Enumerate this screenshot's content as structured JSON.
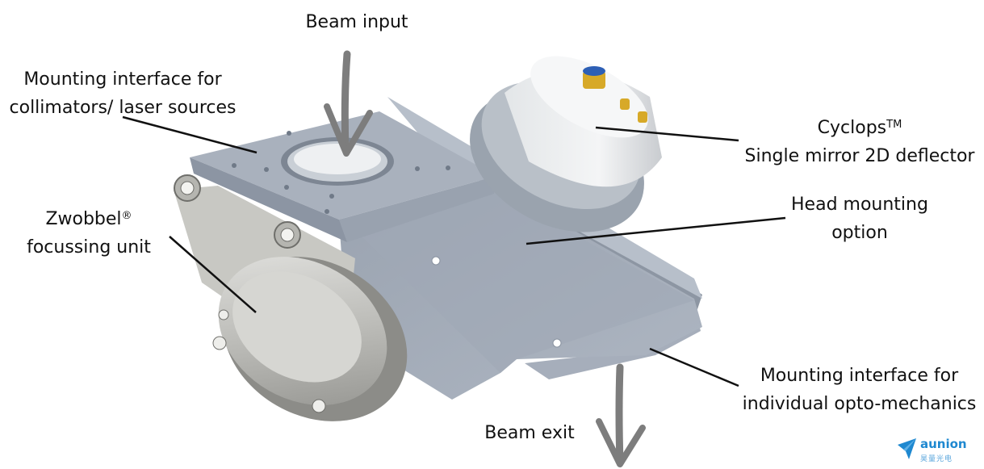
{
  "labels": {
    "beam_input": "Beam input",
    "mount_collimators_1": "Mounting interface for",
    "mount_collimators_2": "collimators/ laser sources",
    "zwobbel_1": "Zwobbel",
    "zwobbel_mark": "®",
    "zwobbel_2": "focussing unit",
    "cyclops_1": "Cyclops",
    "cyclops_mark": "TM",
    "cyclops_2": "Single mirror 2D deflector",
    "head_mount_1": "Head mounting",
    "head_mount_2": "option",
    "mount_opto_1": "Mounting interface for",
    "mount_opto_2": "individual opto-mechanics",
    "beam_exit": "Beam exit"
  },
  "logo": {
    "name": "aunion",
    "sub": "昊量光电"
  },
  "colors": {
    "housing": "#a3acb9",
    "housing_dark": "#8a93a1",
    "housing_light": "#c4cad3",
    "metal_silver": "#c9c9c6",
    "cyclops_white": "#eef0f1",
    "brass": "#d7a928",
    "arrow": "#7d7d7d",
    "logo_blue": "#1e88d0"
  }
}
